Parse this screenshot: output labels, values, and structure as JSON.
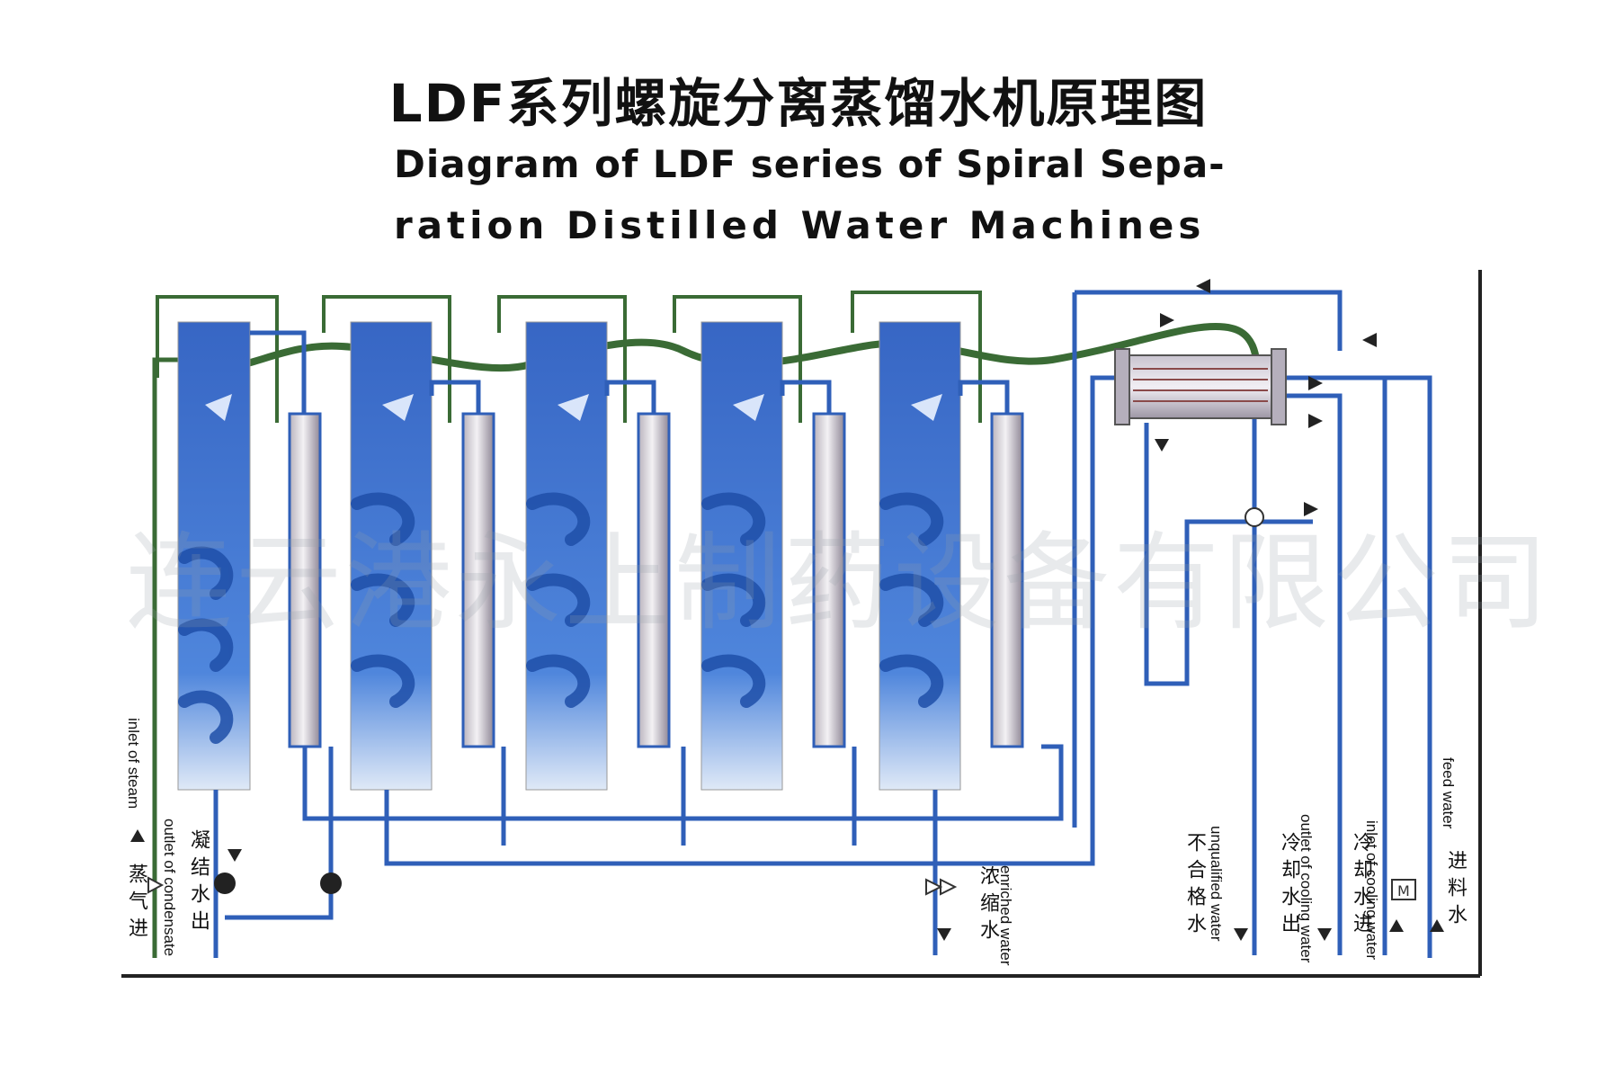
{
  "title_cn": "LDF系列螺旋分离蒸馏水机原理图",
  "title_en_line1": "Diagram of LDF series of Spiral Sepa-",
  "title_en_line2": "ration Distilled Water Machines",
  "watermark": "连云港永上制药设备有限公司",
  "labels": {
    "inlet_steam_en": "inlet of steam",
    "inlet_steam_cn": "蒸气进",
    "condensate_en": "outlet of condensate",
    "condensate_cn": "凝结水出",
    "enriched_en": "enriched water",
    "enriched_cn": "浓缩水",
    "unqualified_en": "unqualified water",
    "unqualified_cn": "不合格水",
    "cooling_out_en": "outlet of cooling water",
    "cooling_out_cn": "冷却水出",
    "cooling_in_en": "inlet of cooling water",
    "cooling_in_cn": "冷却水进",
    "feed_en": "feed water",
    "feed_cn": "进料水",
    "motor": "M"
  },
  "colors": {
    "pipe_blue": "#2f5fb8",
    "steam_green": "#3a6b35",
    "column_blue": "#3d6fd0"
  }
}
